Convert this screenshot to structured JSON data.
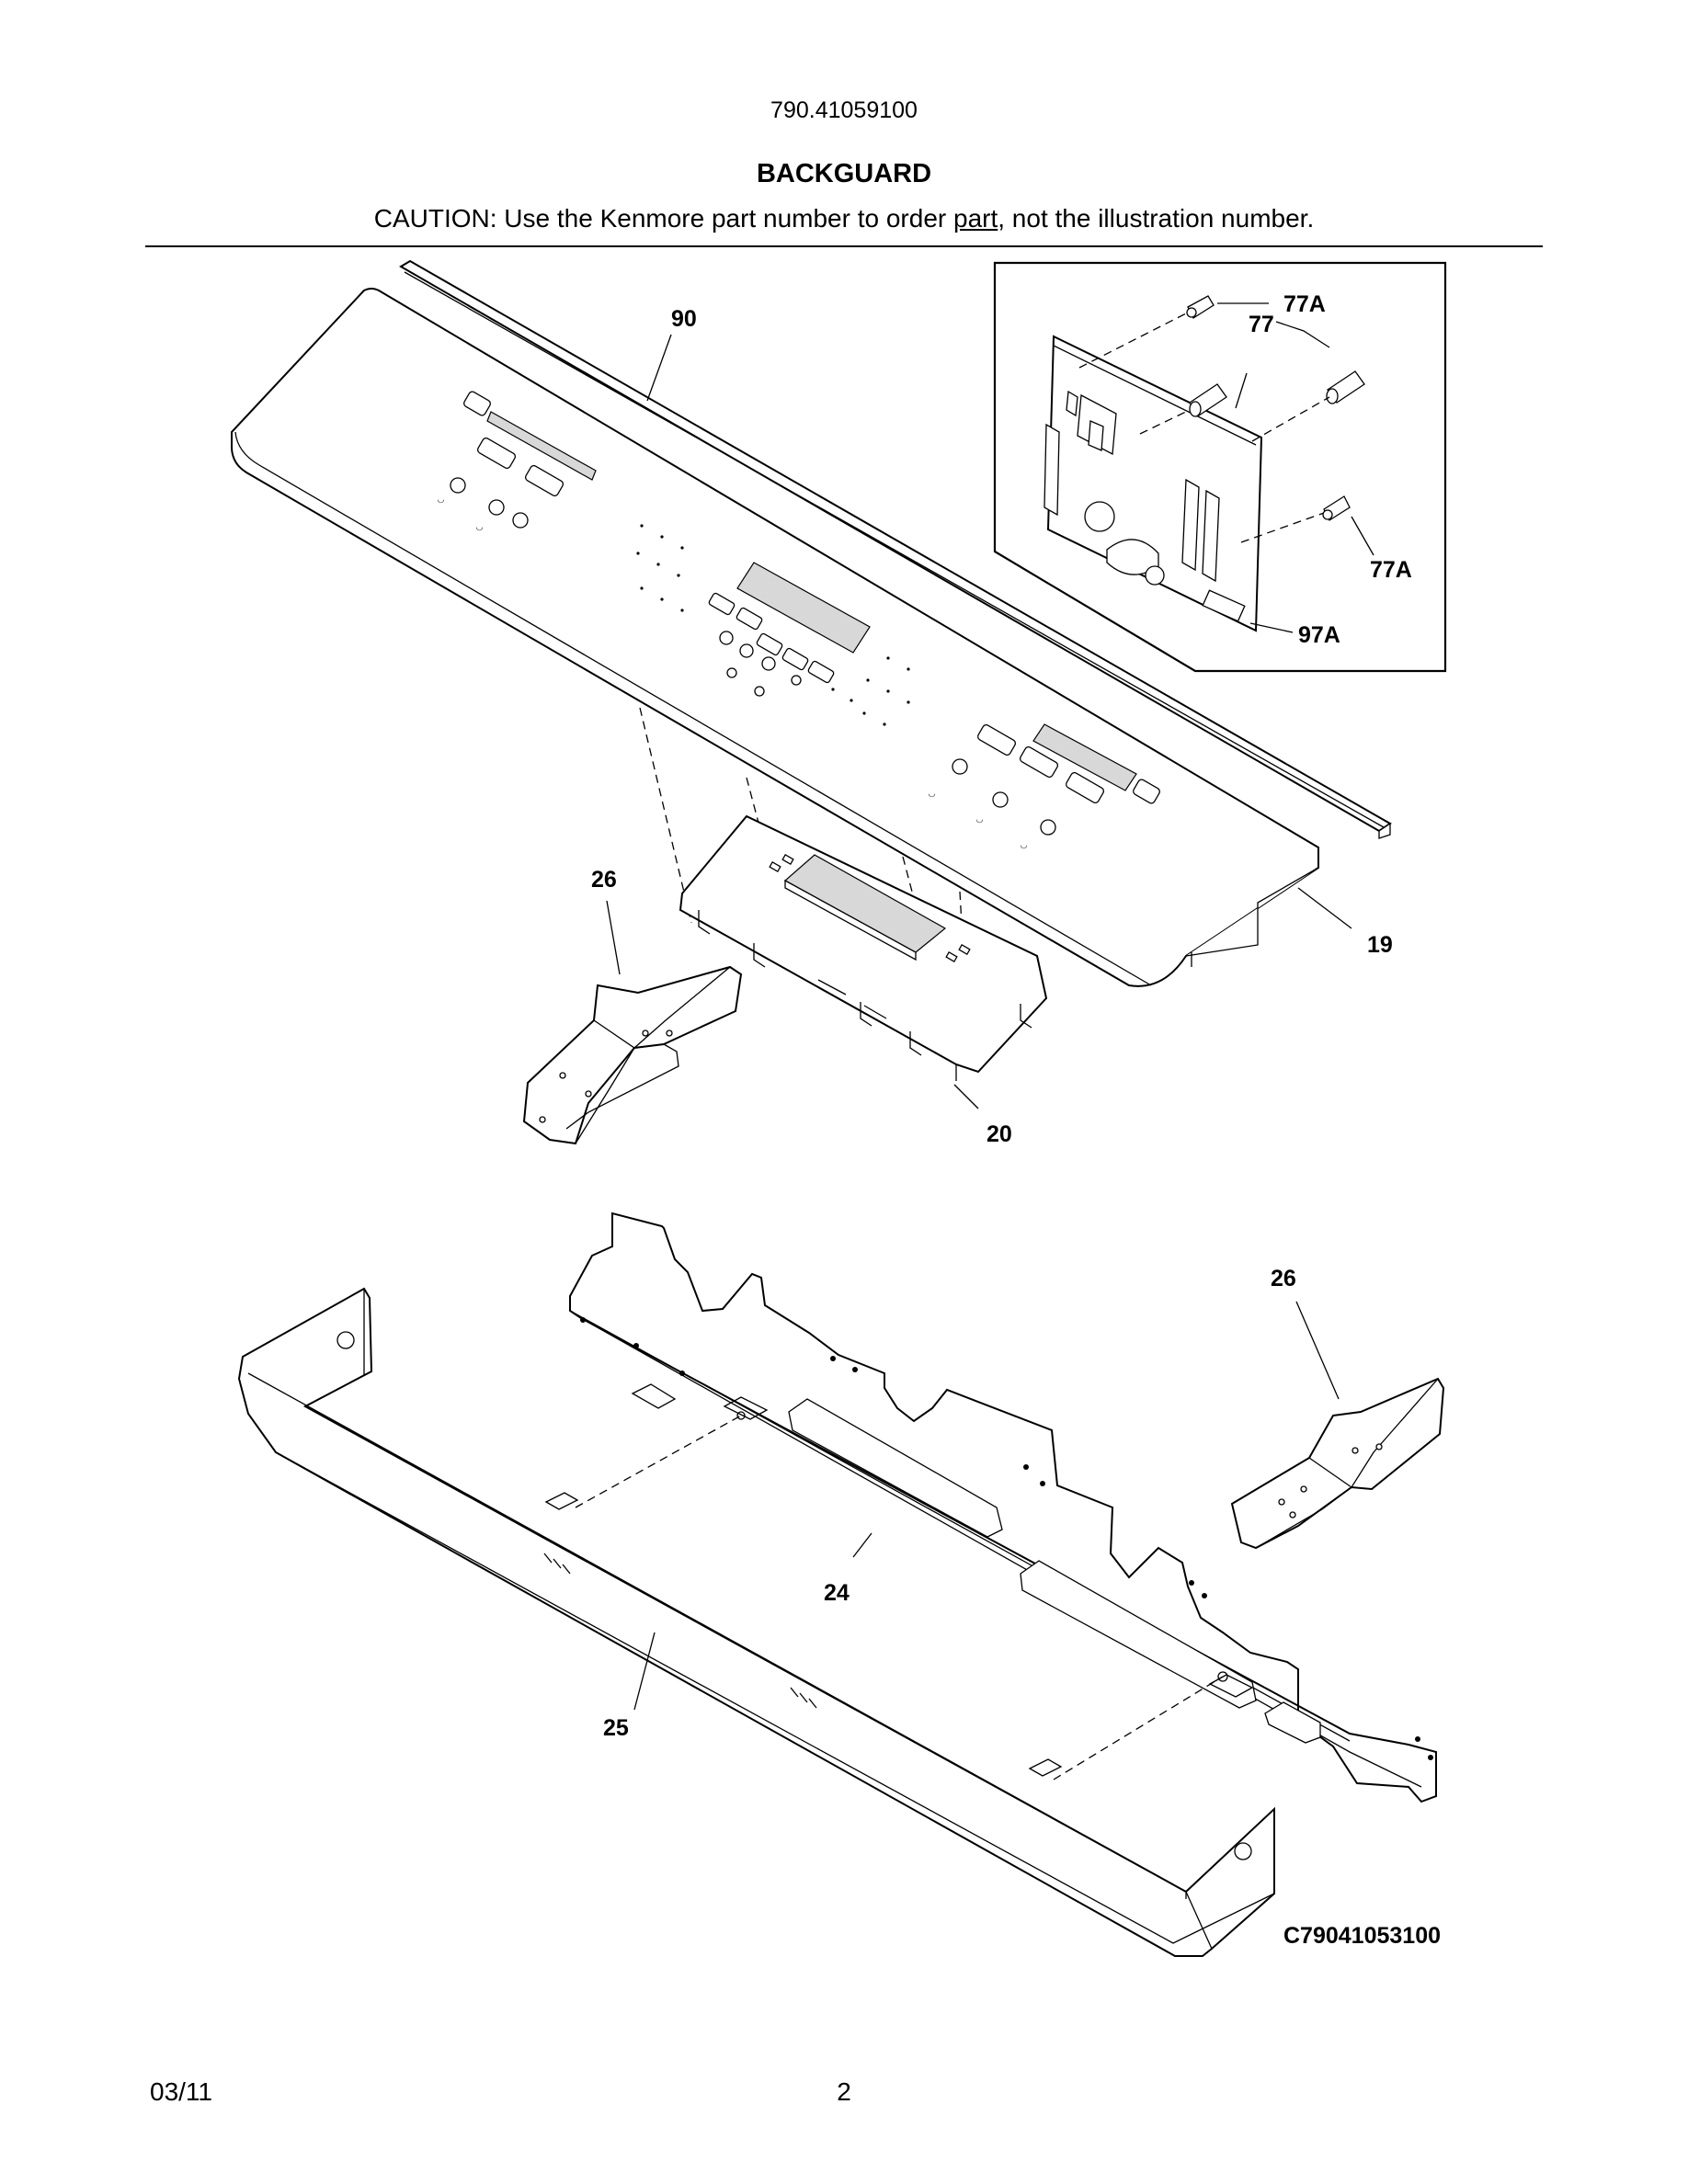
{
  "header": {
    "model_number": "790.41059100",
    "section_title": "BACKGUARD",
    "caution_prefix": "CAUTION: Use the Kenmore part number to order ",
    "caution_link": "part",
    "caution_suffix": ", not the illustration number."
  },
  "callouts": {
    "c90": "90",
    "c77A_top": "77A",
    "c77": "77",
    "c77A_bottom": "77A",
    "c97A": "97A",
    "c26_top": "26",
    "c19": "19",
    "c20": "20",
    "c26_bottom": "26",
    "c24": "24",
    "c25": "25"
  },
  "diagram_code": "C79041053100",
  "footer": {
    "date": "03/11",
    "page_number": "2"
  }
}
